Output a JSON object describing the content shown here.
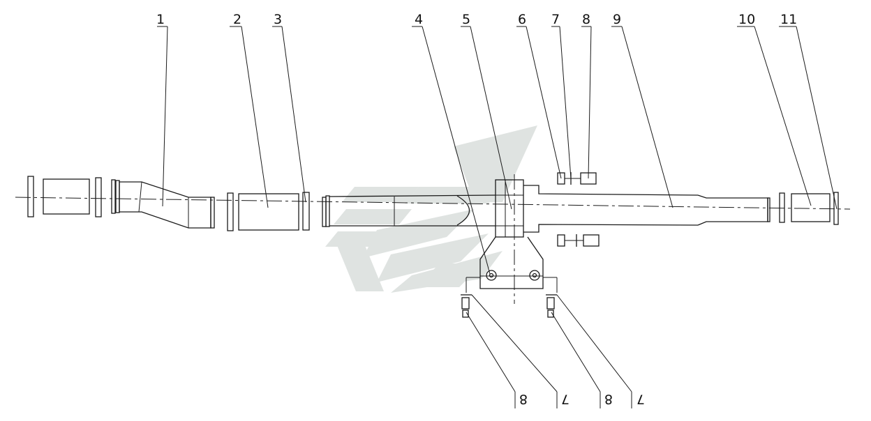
{
  "diagram": {
    "callouts": [
      "1",
      "2",
      "3",
      "4",
      "5",
      "6",
      "7",
      "8",
      "9",
      "10",
      "11"
    ],
    "bottom_callouts": [
      "8",
      "7",
      "8",
      "7"
    ]
  },
  "colors": {
    "line": "#1a1a1a",
    "watermark": "#dfe3e1",
    "background": "#ffffff"
  },
  "watermark": {
    "type": "logo",
    "icon": "company-logo-watermark"
  }
}
